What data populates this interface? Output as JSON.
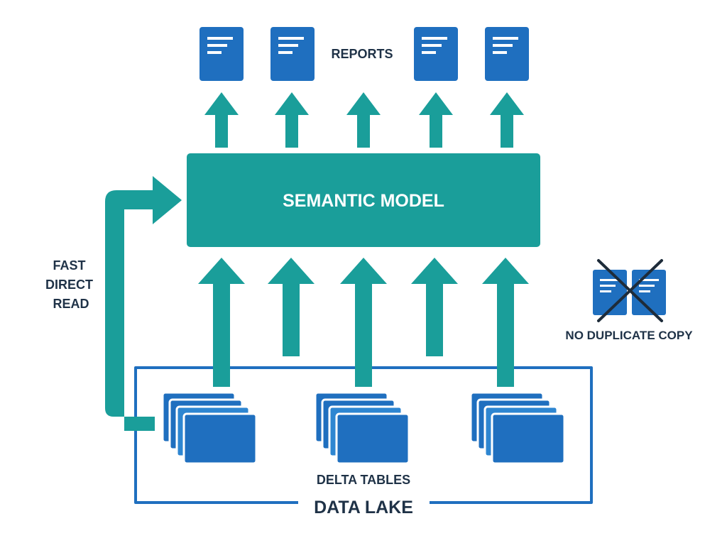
{
  "labels": {
    "reports": "REPORTS",
    "semantic_model": "SEMANTIC MODEL",
    "fast_direct_read": [
      "FAST",
      "DIRECT",
      "READ"
    ],
    "no_duplicate_copy": "NO DUPLICATE COPY",
    "delta_tables": "DELTA TABLES",
    "data_lake": "DATA LAKE"
  },
  "icons": {
    "report": "report-document-icon",
    "table_stack": "table-stack-icon",
    "duplicate": "crossed-out-duplicate-icon"
  },
  "colors": {
    "teal": "#1A9E9A",
    "blue": "#1F6FBF",
    "blue_light": "#2E86D1",
    "navy": "#1F3247",
    "cross": "#1E2C3A",
    "white": "#FFFFFF"
  }
}
